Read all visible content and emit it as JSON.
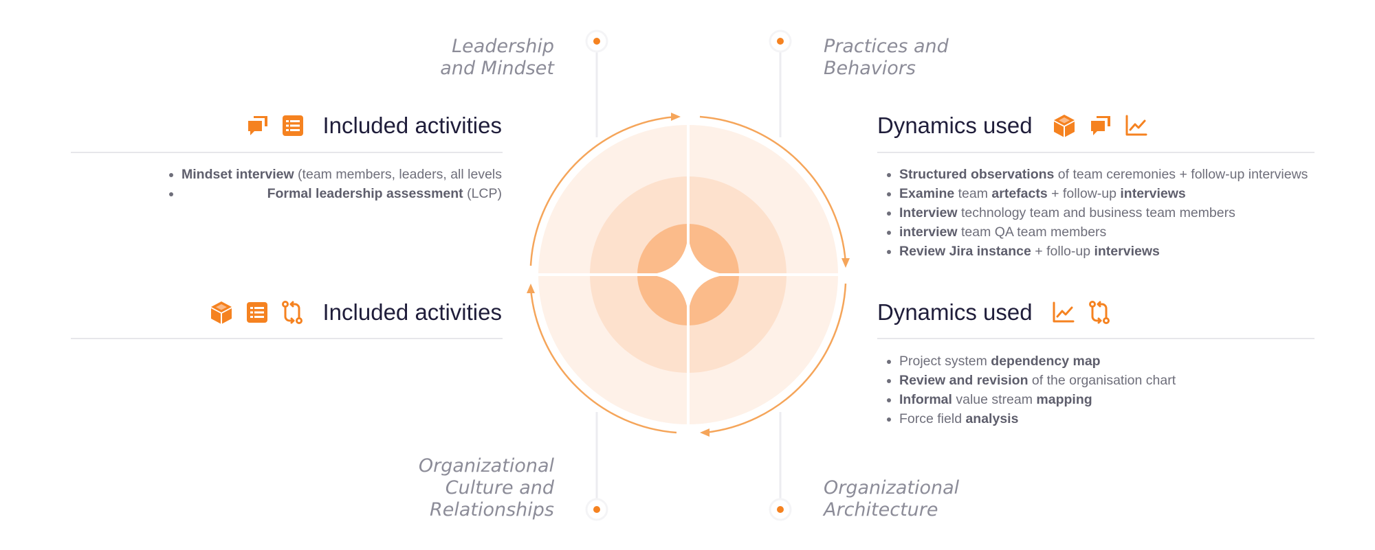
{
  "quadrants": {
    "leadership": {
      "label": [
        "Leadership",
        "and Mindset"
      ],
      "title": "Included activities",
      "icons": [
        "chat-icon",
        "list-icon"
      ],
      "bullets": [
        [
          {
            "t": "Mindset interview",
            "b": true
          },
          {
            "t": " (team members, leaders, all levels",
            "b": false
          }
        ],
        [
          {
            "t": "Formal leadership assessment",
            "b": true
          },
          {
            "t": " (LCP)",
            "b": false
          }
        ]
      ]
    },
    "practices": {
      "label": [
        "Practices and",
        "Behaviors"
      ],
      "title": "Dynamics used",
      "icons": [
        "cube-icon",
        "chat-icon",
        "chart-icon"
      ],
      "bullets": [
        [
          {
            "t": "Structured observations",
            "b": true
          },
          {
            "t": " of team ceremonies + follow-up interviews",
            "b": false
          }
        ],
        [
          {
            "t": "Examine",
            "b": true
          },
          {
            "t": " team ",
            "b": false
          },
          {
            "t": "artefacts",
            "b": true
          },
          {
            "t": " + follow-up ",
            "b": false
          },
          {
            "t": "interviews",
            "b": true
          }
        ],
        [
          {
            "t": "Interview",
            "b": true
          },
          {
            "t": " technology team and business team members",
            "b": false
          }
        ],
        [
          {
            "t": "interview",
            "b": true
          },
          {
            "t": " team QA team members",
            "b": false
          }
        ],
        [
          {
            "t": "Review Jira instance",
            "b": true
          },
          {
            "t": " + follo-up ",
            "b": false
          },
          {
            "t": "interviews",
            "b": true
          }
        ]
      ]
    },
    "culture": {
      "label": [
        "Organizational",
        "Culture and",
        "Relationships"
      ],
      "title": "Included activities",
      "icons": [
        "cube-icon",
        "list-icon",
        "flow-icon"
      ],
      "bullets": []
    },
    "architecture": {
      "label": [
        "Organizational",
        "Architecture"
      ],
      "title": "Dynamics used",
      "icons": [
        "chart-icon",
        "flow-icon"
      ],
      "bullets": [
        [
          {
            "t": "Project system ",
            "b": false
          },
          {
            "t": "dependency map",
            "b": true
          }
        ],
        [
          {
            "t": "Review and revision",
            "b": true
          },
          {
            "t": " of the organisation chart",
            "b": false
          }
        ],
        [
          {
            "t": "Informal",
            "b": true
          },
          {
            "t": " value stream ",
            "b": false
          },
          {
            "t": "mapping",
            "b": true
          }
        ],
        [
          {
            "t": "Force field ",
            "b": false
          },
          {
            "t": "analysis",
            "b": true
          }
        ]
      ]
    }
  },
  "colors": {
    "accent": "#f58220",
    "arrow": "#f5a55a",
    "ring_outer": "#fef1e8",
    "ring_mid": "#fde1cd",
    "core": "#fbbb8a",
    "heading": "#1f1d3a",
    "label": "#8c8c98",
    "body": "#6e6e7a",
    "rule": "#e6e6ea"
  }
}
